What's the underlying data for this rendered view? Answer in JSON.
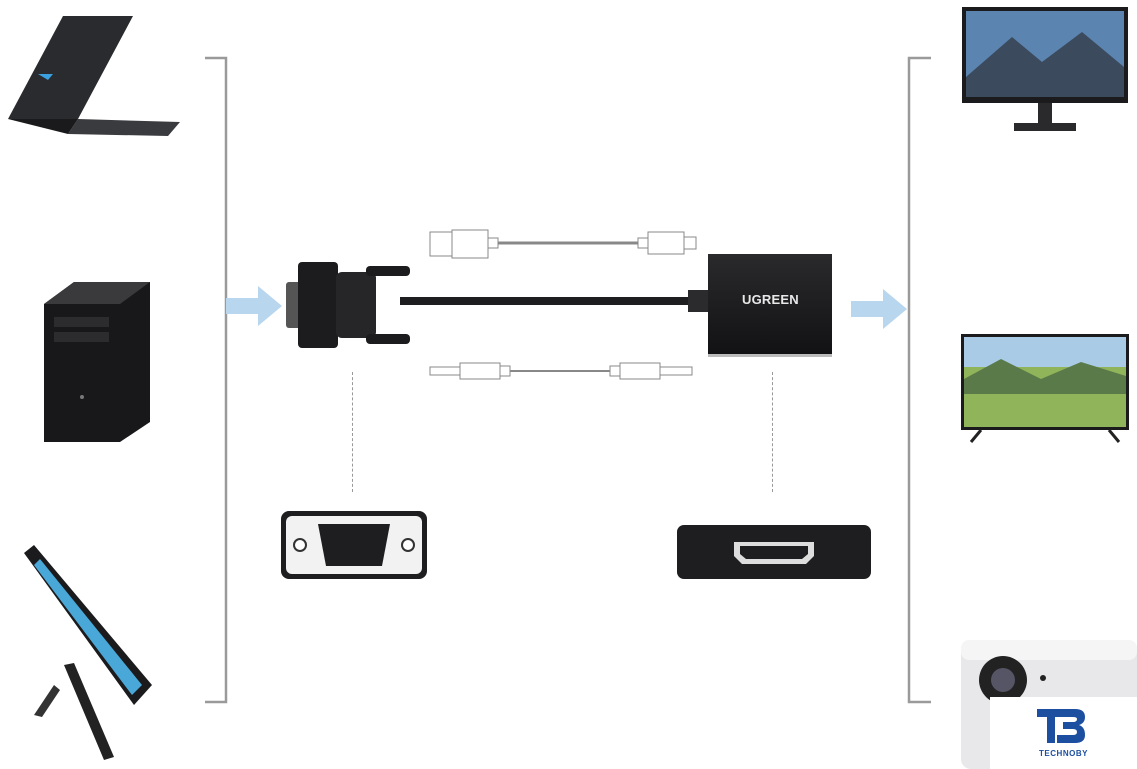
{
  "adapter": {
    "brand_label": "UGREEN"
  },
  "watermark": {
    "monogram": "TB",
    "label": "TECHNOBY"
  },
  "colors": {
    "arrow": "#b9d6ef",
    "bracket": "#9a9a9a",
    "device": "#1d1d1f",
    "logo": "#1c4fa0"
  }
}
